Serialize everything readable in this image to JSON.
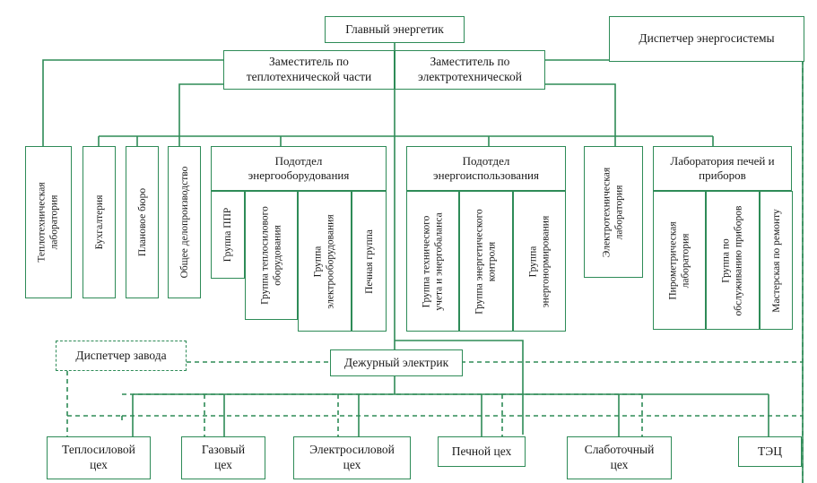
{
  "top": {
    "chief": "Главный энергетик",
    "dispatcher_system": "Диспетчер энергосистемы"
  },
  "deputies": {
    "thermal": "Заместитель по\nтеплотехнической части",
    "electrical": "Заместитель по\nэлектротехнической"
  },
  "departments": {
    "thermal_lab": "Теплотехническая\nлаборатория",
    "accounting": "Бухгалтерия",
    "planning": "Плановое бюро",
    "depot": "Общее делопроизводство",
    "equipment_sub": "Подотдел\nэнергооборудования",
    "usage_sub": "Подотдел\nэнергоиспользования",
    "electrotech_lab": "Электротехническая\nлаборатория",
    "furnace_lab": "Лаборатория печей и\nприборов"
  },
  "groups": {
    "ppr": "Группа ППР",
    "heat_power": "Группа теплосилового\nоборудования",
    "electro_eq": "Группа\nэлектрооборудования",
    "furnace_group": "Печная группа",
    "tech_accounting": "Группа технического\nучета и энергобаланса",
    "energy_control": "Группа энергетического\nконтроля",
    "energy_norm": "Группа\nэнергонормирования",
    "pyrometric": "Пирометрическая\nлаборатория",
    "instrument_service": "Группа по\nобслуживанию приборов",
    "repair_shop": "Мастерская по ремонту"
  },
  "duty": {
    "plant_dispatcher": "Диспетчер завода",
    "duty_electrician": "Дежурный электрик"
  },
  "shops": {
    "heat_power": "Теплосиловой\nцех",
    "gas": "Газовый\nцех",
    "electro_power": "Электросиловой\nцех",
    "furnace": "Печной цех",
    "low_current": "Слаботочный\nцех",
    "tec": "ТЭЦ"
  }
}
